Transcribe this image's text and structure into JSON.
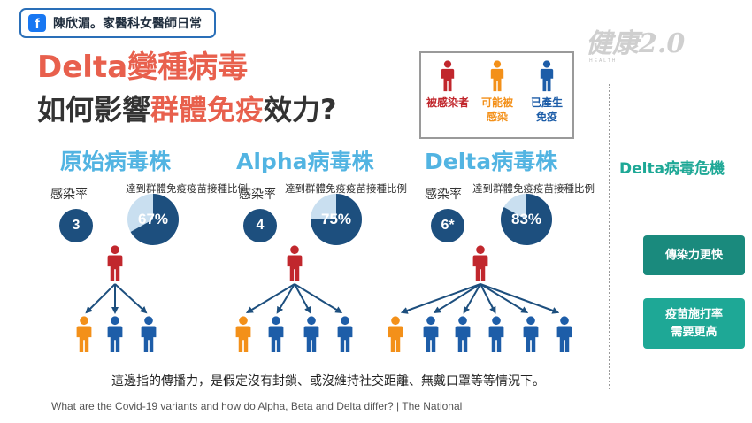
{
  "header": {
    "badge_icon": "f",
    "badge_text": "陳欣湄。家醫科女醫師日常",
    "logo_text": "健康2.0",
    "logo_sub": "HEALTH"
  },
  "title": {
    "line1_highlight": "Delta變種病毒",
    "line2_prefix": "如何影響",
    "line2_highlight": "群體免疫",
    "line2_suffix": "效力?"
  },
  "legend": {
    "items": [
      {
        "label_lines": [
          "被感染者"
        ],
        "color": "#c1272d"
      },
      {
        "label_lines": [
          "可能被",
          "感染"
        ],
        "color": "#f39019"
      },
      {
        "label_lines": [
          "已產生",
          "免疫"
        ],
        "color": "#1d5da8"
      }
    ]
  },
  "columns": [
    {
      "title": "原始病毒株",
      "rate_label": "感染率",
      "rate": "3",
      "vax_label": "達到群體免疫疫苗接種比例",
      "vax_percent_text": "67%",
      "vax_fraction": 0.67
    },
    {
      "title": "Alpha病毒株",
      "rate_label": "感染率",
      "rate": "4",
      "vax_label": "達到群體免疫疫苗接種比例",
      "vax_percent_text": "75%",
      "vax_fraction": 0.75
    },
    {
      "title": "Delta病毒株",
      "rate_label": "感染率",
      "rate": "6*",
      "vax_label": "達到群體免疫疫苗接種比例",
      "vax_percent_text": "83%",
      "vax_fraction": 0.83
    }
  ],
  "trees": [
    {
      "children": [
        "orange",
        "blue",
        "blue"
      ]
    },
    {
      "children": [
        "orange",
        "blue",
        "blue",
        "blue"
      ]
    },
    {
      "children": [
        "orange",
        "blue",
        "blue",
        "blue",
        "blue",
        "blue"
      ]
    }
  ],
  "colors": {
    "infected": "#c1272d",
    "at_risk": "#f39019",
    "immune": "#1d5da8",
    "arrow": "#1d4f7e",
    "pie_fill": "#1d4f7e",
    "pie_rest": "#c9dff0"
  },
  "sidebar": {
    "title": "Delta病毒危機",
    "button1": "傳染力更快",
    "button2_lines": [
      "疫苗施打率",
      "需要更高"
    ]
  },
  "footnote": "這邊指的傳播力，是假定沒有封鎖、或沒維持社交距離、無戴口罩等等情況下。",
  "source": "What are the Covid-19 variants and how do Alpha, Beta and Delta differ? |  The National"
}
